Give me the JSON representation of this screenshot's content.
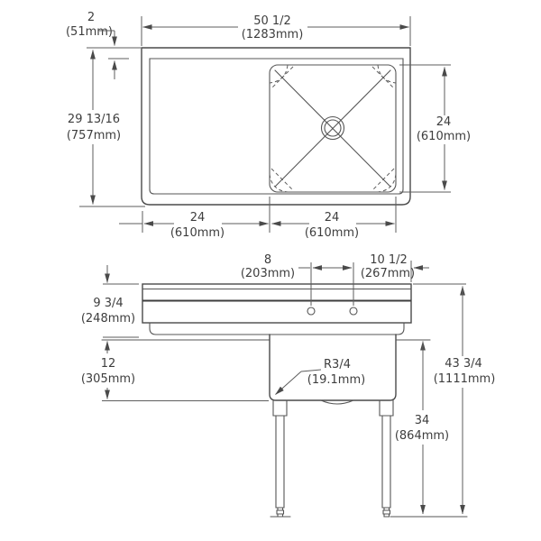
{
  "top_view": {
    "overall_width": {
      "inches": "50 1/2",
      "metric": "(1283mm)"
    },
    "backsplash_depth": {
      "inches": "2",
      "metric": "(51mm)"
    },
    "overall_depth": {
      "inches": "29 13/16",
      "metric": "(757mm)"
    },
    "bowl_front_to_back": {
      "inches": "24",
      "metric": "(610mm)"
    },
    "drainboard_width": {
      "inches": "24",
      "metric": "(610mm)"
    },
    "bowl_width": {
      "inches": "24",
      "metric": "(610mm)"
    }
  },
  "front_view": {
    "faucet_hole_spacing": {
      "inches": "8",
      "metric": "(203mm)"
    },
    "faucet_hole_offset": {
      "inches": "10 1/2",
      "metric": "(267mm)"
    },
    "splash_rim_height": {
      "inches": "9 3/4",
      "metric": "(248mm)"
    },
    "bowl_depth": {
      "inches": "12",
      "metric": "(305mm)"
    },
    "corner_radius": {
      "inches": "R3/4",
      "metric": "(19.1mm)"
    },
    "overall_height": {
      "inches": "43 3/4",
      "metric": "(1111mm)"
    },
    "floor_to_underside": {
      "inches": "34",
      "metric": "(864mm)"
    }
  }
}
